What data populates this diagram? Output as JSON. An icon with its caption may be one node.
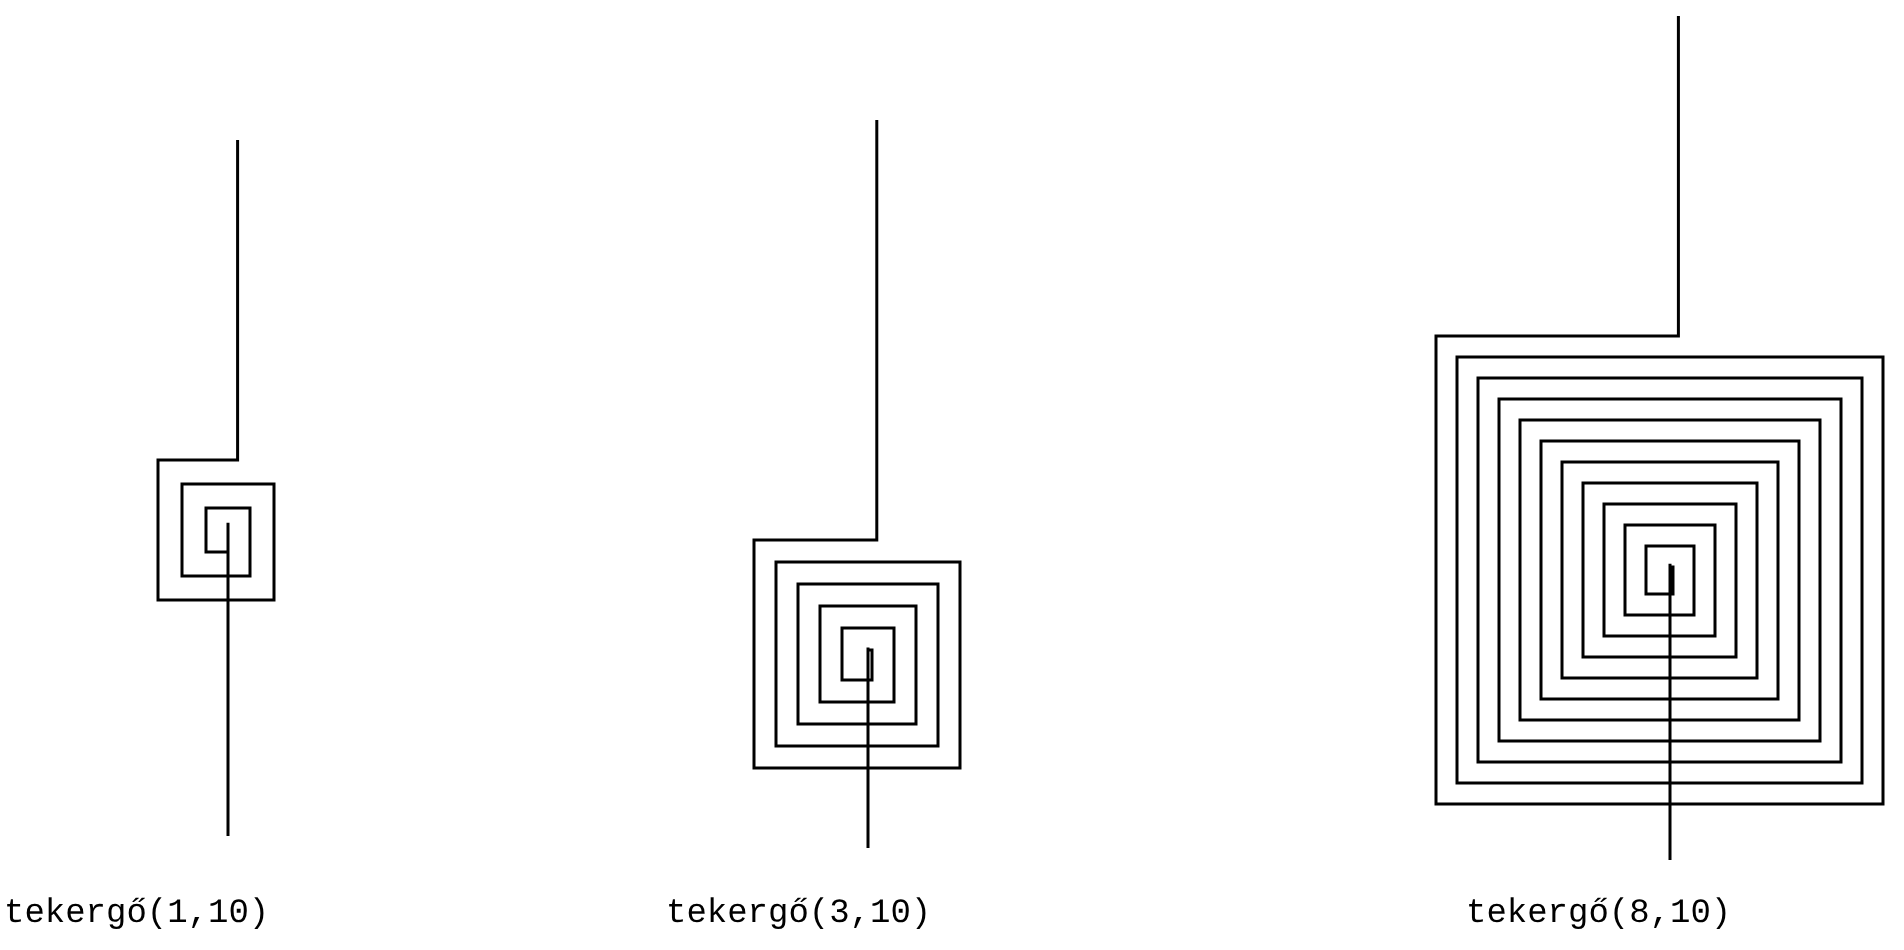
{
  "diagram": {
    "labels": [
      "tekergő(1,10)",
      "tekergő(3,10)",
      "tekergő(8,10)"
    ]
  }
}
